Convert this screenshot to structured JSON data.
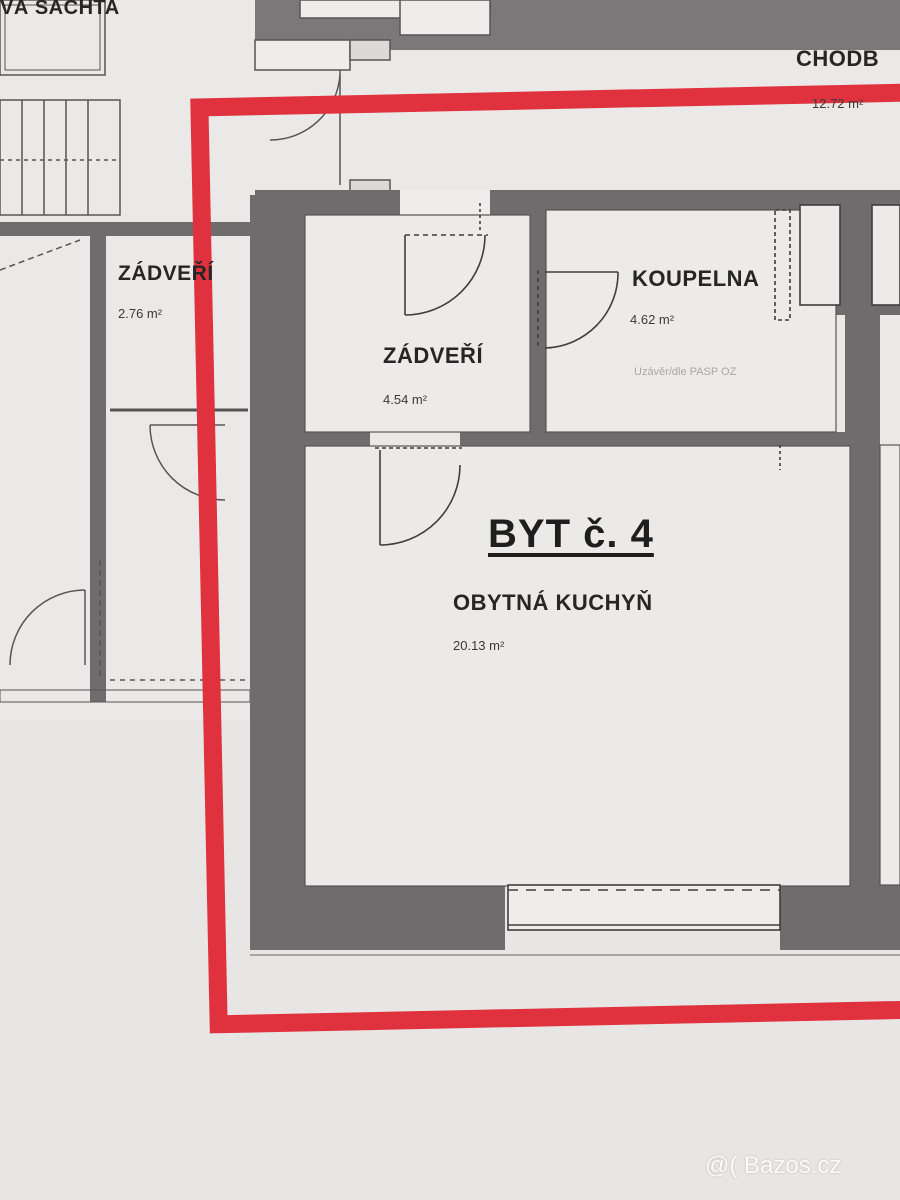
{
  "plan": {
    "highlight_color": "#e0323e",
    "wall_color": "#6e6c6c",
    "apartment": {
      "title": "BYT č. 4",
      "rooms": [
        {
          "name": "ZÁDVEŘÍ",
          "area": "4.54 m²"
        },
        {
          "name": "KOUPELNA",
          "area": "4.62 m²"
        },
        {
          "name": "OBYTNÁ KUCHYŇ",
          "area": "20.13 m²"
        }
      ]
    },
    "neighbors": [
      {
        "name": "ZÁDVEŘÍ",
        "area": "2.76 m²"
      },
      {
        "name": "CHODB",
        "area": "12.72 m²"
      },
      {
        "name": "VÁ ŠACHTA"
      }
    ],
    "faded_note": "Uzávěr/dle PASP OZ"
  },
  "watermark": "@( Bazos.cz"
}
